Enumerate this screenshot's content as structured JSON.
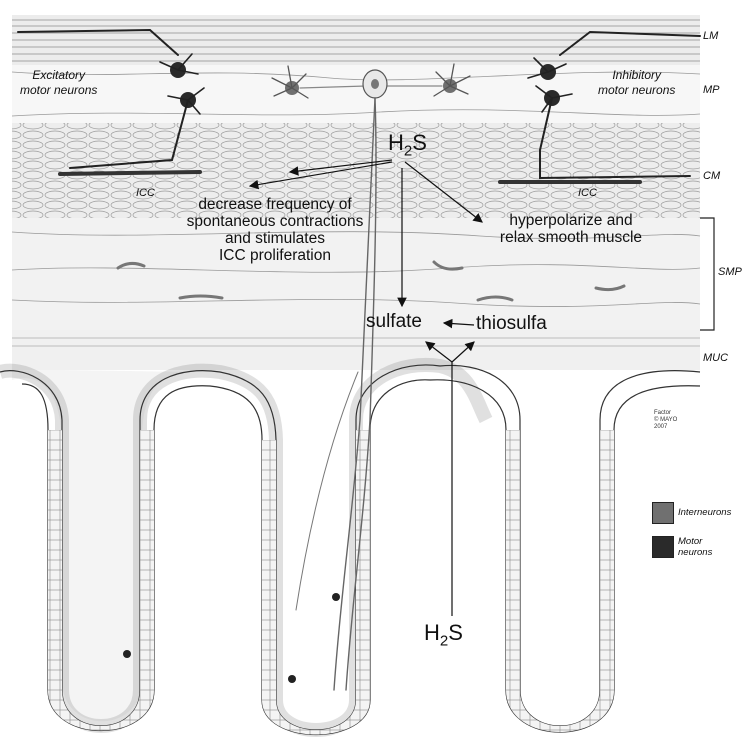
{
  "layers": {
    "lm": "LM",
    "mp": "MP",
    "cm": "CM",
    "smp": "SMP",
    "muc": "MUC"
  },
  "neurons": {
    "excitatory_line1": "Excitatory",
    "excitatory_line2": "motor neurons",
    "inhibitory_line1": "Inhibitory",
    "inhibitory_line2": "motor neurons"
  },
  "icc_left": "ICC",
  "icc_right": "ICC",
  "h2s_top": {
    "main": "H",
    "sub": "2",
    "tail": "S"
  },
  "h2s_bottom": {
    "main": "H",
    "sub": "2",
    "tail": "S"
  },
  "effects": {
    "icc_line1": "decrease frequency of",
    "icc_line2": "spontaneous contractions",
    "icc_line3": "and stimulates",
    "icc_line4": "ICC proliferation",
    "smooth_line1": "hyperpolarize and",
    "smooth_line2": "relax smooth muscle"
  },
  "metabolites": {
    "sulfate": "sulfate",
    "thiosulfate": "thiosulfa"
  },
  "legend": {
    "interneurons": "Interneurons",
    "motor_line1": "Motor",
    "motor_line2": "neurons",
    "interneuron_color": "#707070",
    "motor_color": "#2a2a2a"
  },
  "credit": {
    "line1": "Factor",
    "line2": "© MAYO",
    "line3": "2007"
  }
}
